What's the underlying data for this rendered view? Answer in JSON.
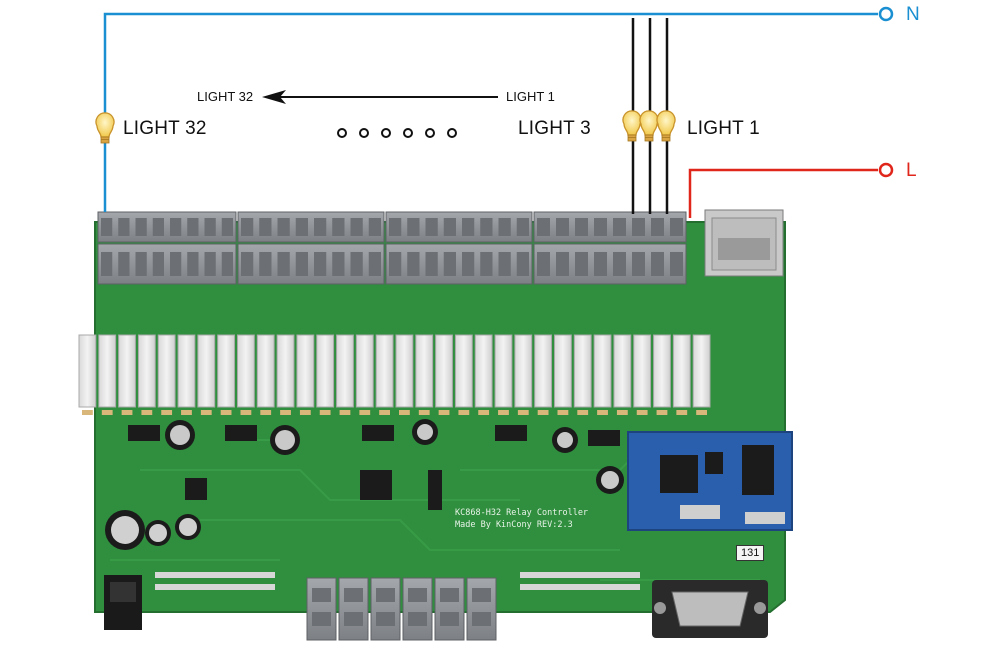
{
  "wiring": {
    "neutral_label": "N",
    "live_label": "L",
    "neutral_color": "#1a8fd1",
    "live_color": "#e0251b",
    "load_wire_color": "#111111"
  },
  "lights": {
    "left_label": "LIGHT 32",
    "middle_label": "LIGHT 3",
    "right_label": "LIGHT 1",
    "arrow_from": "LIGHT 1",
    "arrow_to": "LIGHT 32"
  },
  "board": {
    "model_text": "KC868-H32 Relay Controller",
    "maker_text": "Made By KinCony   REV:2.3",
    "badge_text": "131",
    "pcb_color": "#2f8f3e",
    "relay_count": 32
  }
}
